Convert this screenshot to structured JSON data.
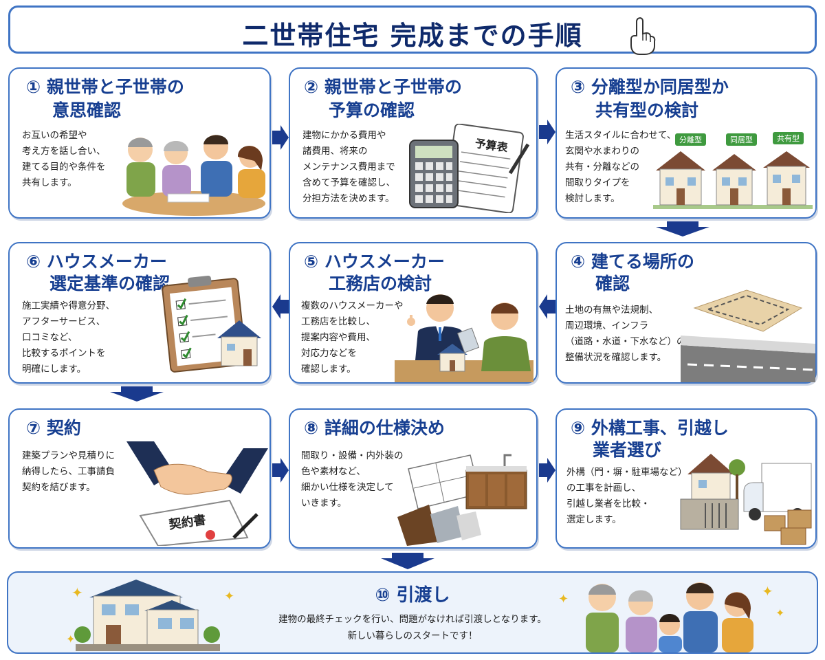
{
  "title": "二世帯住宅 完成までの手順",
  "colors": {
    "accent": "#3f74c4",
    "navy": "#173f91",
    "arrow": "#1a3a8e",
    "tag_green": "#3f9a3f"
  },
  "steps": [
    {
      "title_line1": "① 親世帯と子世帯の",
      "title_line2": "意思確認",
      "body": [
        "お互いの希望や",
        "考え方を話し合い、",
        "建てる目的や条件を",
        "共有します。"
      ]
    },
    {
      "title_line1": "② 親世帯と子世帯の",
      "title_line2": "予算の確認",
      "body": [
        "建物にかかる費用や",
        "諸費用、将来の",
        "メンテナンス費用まで",
        "含めて予算を確認し、",
        "分担方法を決めます。"
      ],
      "doc_label": "予算表"
    },
    {
      "title_line1": "③ 分離型か同居型か",
      "title_line2": "共有型の検討",
      "body": [
        "生活スタイルに合わせて、",
        "玄関や水まわりの",
        "共有・分離などの",
        "間取りタイプを",
        "検討します。"
      ],
      "tags": [
        "分離型",
        "同居型",
        "共有型"
      ]
    },
    {
      "title_line1": "④ 建てる場所の",
      "title_line2": "確認",
      "body": [
        "土地の有無や法規制、",
        "周辺環境、インフラ",
        "（道路・水道・下水など）の",
        "整備状況を確認します。"
      ]
    },
    {
      "title_line1": "⑤ ハウスメーカー",
      "title_line2": "工務店の検討",
      "body": [
        "複数のハウスメーカーや",
        "工務店を比較し、",
        "提案内容や費用、",
        "対応力などを",
        "確認します。"
      ]
    },
    {
      "title_line1": "⑥ ハウスメーカー",
      "title_line2": "選定基準の確認",
      "body": [
        "施工実績や得意分野、",
        "アフターサービス、",
        "口コミなど、",
        "比較するポイントを",
        "明確にします。"
      ]
    },
    {
      "title_line1": "⑦ 契約",
      "title_line2": "",
      "body": [
        "建築プランや見積りに",
        "納得したら、工事請負",
        "契約を結びます。"
      ],
      "doc_label": "契約書"
    },
    {
      "title_line1": "⑧ 詳細の仕様決め",
      "title_line2": "",
      "body": [
        "間取り・設備・内外装の",
        "色や素材など、",
        "細かい仕様を決定して",
        "いきます。"
      ]
    },
    {
      "title_line1": "⑨ 外構工事、引越し",
      "title_line2": "業者選び",
      "body": [
        "外構（門・塀・駐車場など）",
        "の工事を計画し、",
        "引越し業者を比較・",
        "選定します。"
      ]
    }
  ],
  "final": {
    "title": "⑩ 引渡し",
    "line1": "建物の最終チェックを行い、問題がなければ引渡しとなります。",
    "line2": "新しい暮らしのスタートです！"
  }
}
